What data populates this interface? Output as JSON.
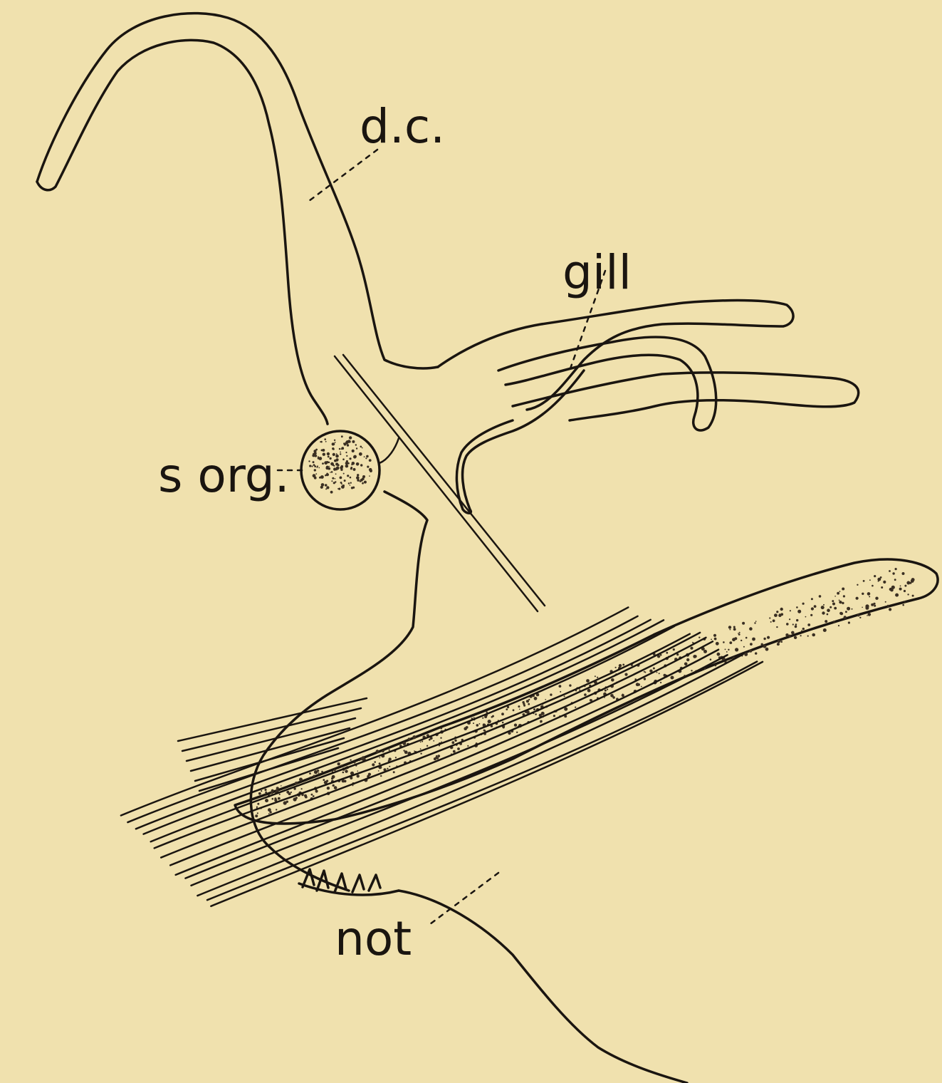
{
  "figure": {
    "background_color": "#f0e1ae",
    "ink_color": "#1a1510",
    "labels": {
      "dorsal_cirrus": "d.c.",
      "gill": "gill",
      "sense_organ": "s org.",
      "notopodium": "not"
    }
  }
}
